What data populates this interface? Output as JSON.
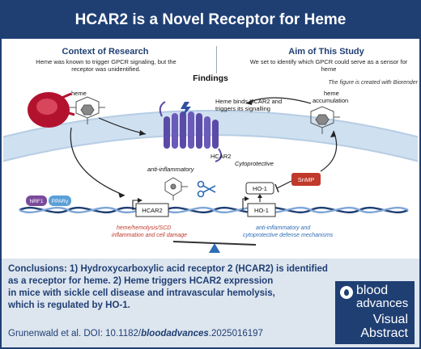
{
  "title": "HCAR2 is a Novel Receptor for Heme",
  "context": {
    "heading": "Context of Research",
    "text": "Heme was known to trigger GPCR signaling, but the receptor was unidentified."
  },
  "aim": {
    "heading": "Aim of This Study",
    "text": "We set to identify which GPCR could serve as a sensor for heme"
  },
  "findings_label": "Findings",
  "credit": "The figure is created with Biorender",
  "diagram": {
    "heme": "heme",
    "binds_line1": "Heme binds HCAR2 and",
    "binds_line2": "triggers its signalling",
    "accum_line1": "heme",
    "accum_line2": "accumulation",
    "receptor": "HCAR2",
    "anti_inflammatory": "anti-inflammatory",
    "cytoprotective": "Cytoprotective",
    "snmp": "SnMP",
    "ho1_box": "HO-1",
    "nrf1": "NRF1",
    "ppar": "PPARγ",
    "gene_hcar2": "HCAR2",
    "gene_ho1": "HO-1",
    "left_caption_1": "heme/hemolysis/SCD",
    "left_caption_2": "inflammation and cell damage",
    "right_caption_1": "anti-inflammatory and",
    "right_caption_2": "cytoprotective defense mechanisms",
    "colors": {
      "red": "#c0392b",
      "blue": "#2f6db5",
      "purple": "#6a4aa0",
      "navy": "#1f3f73"
    }
  },
  "conclusions": {
    "lead": "Conclusions:",
    "line1": " 1) Hydroxycarboxylic acid receptor 2 (HCAR2) is identified",
    "line2": "as a receptor for heme. 2) Heme triggers HCAR2 expression",
    "line3": "in mice with sickle cell disease and intravascular hemolysis,",
    "line4": "which is regulated by HO-1."
  },
  "citation": {
    "prefix": "Grunenwald et al. DOI: 10.1182/",
    "journal": "bloodadvances",
    "suffix": ".2025016197"
  },
  "badge": {
    "blood": "blood",
    "advances": "advances",
    "visual": "Visual",
    "abstract": "Abstract"
  }
}
